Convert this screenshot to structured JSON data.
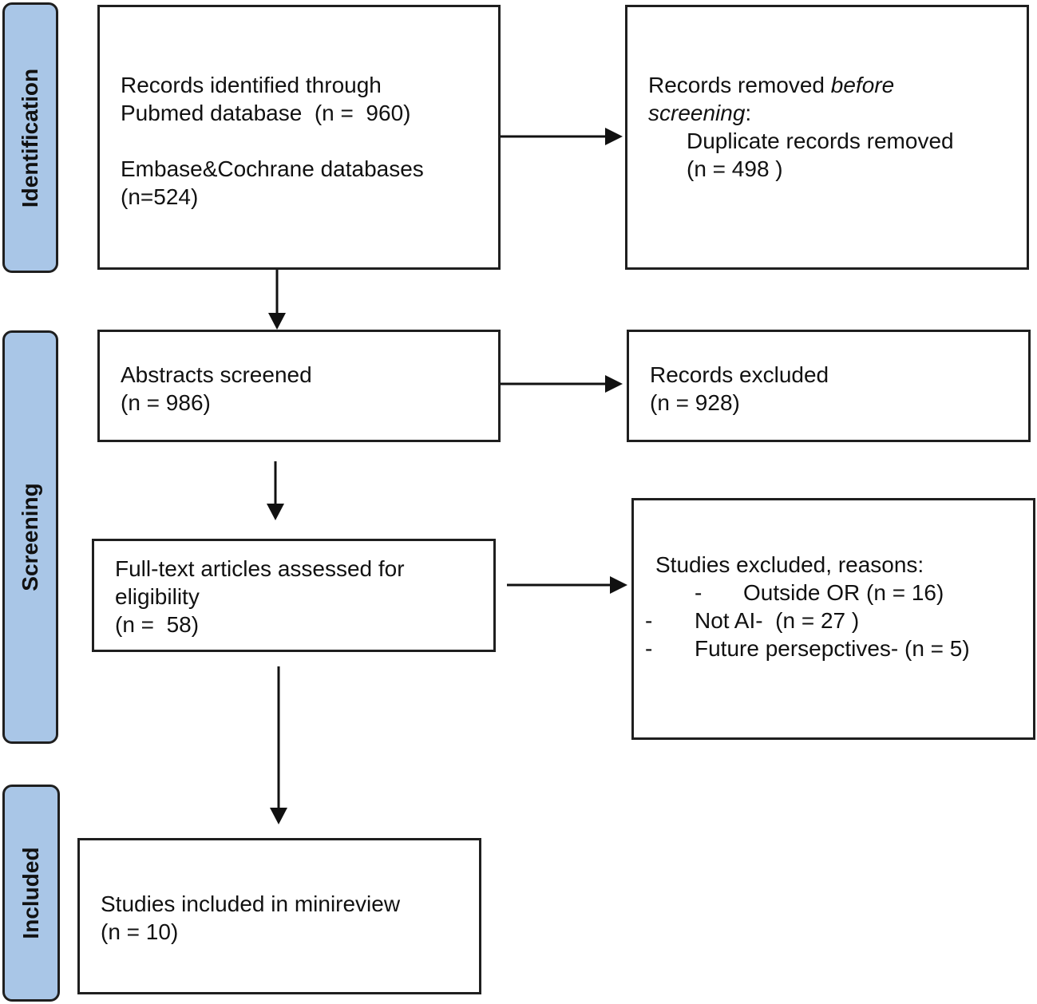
{
  "phases": {
    "identification": "Identification",
    "screening": "Screening",
    "included": "Included"
  },
  "boxes": {
    "identified": {
      "line1": "Records identified through",
      "line2": "Pubmed database  (n =  960)",
      "line3": "Embase&Cochrane databases",
      "line4": "(n=524)"
    },
    "removed": {
      "line1_plain": "Records removed ",
      "line1_italic": "before",
      "line2_italic": "screening",
      "line2_colon": ":",
      "line3": "Duplicate records removed",
      "line4": "(n = 498 )"
    },
    "abstracts": {
      "line1": "Abstracts screened",
      "line2": "(n = 986)"
    },
    "excluded_records": {
      "line1": "Records excluded",
      "line2": "(n = 928)"
    },
    "fulltext": {
      "line1": "Full-text articles assessed for",
      "line2": "eligibility",
      "line3": "(n =  58)"
    },
    "excluded_studies": {
      "heading": "Studies excluded, reasons:",
      "reasons": [
        {
          "dash": "-",
          "text": "Outside OR (n = 16)"
        },
        {
          "dash": "-",
          "text": "Not AI-  (n = 27 )"
        },
        {
          "dash": "-",
          "text": "Future persepctives- (n = 5)"
        }
      ]
    },
    "included": {
      "line1": "Studies included in minireview",
      "line2": "(n = 10)"
    }
  }
}
